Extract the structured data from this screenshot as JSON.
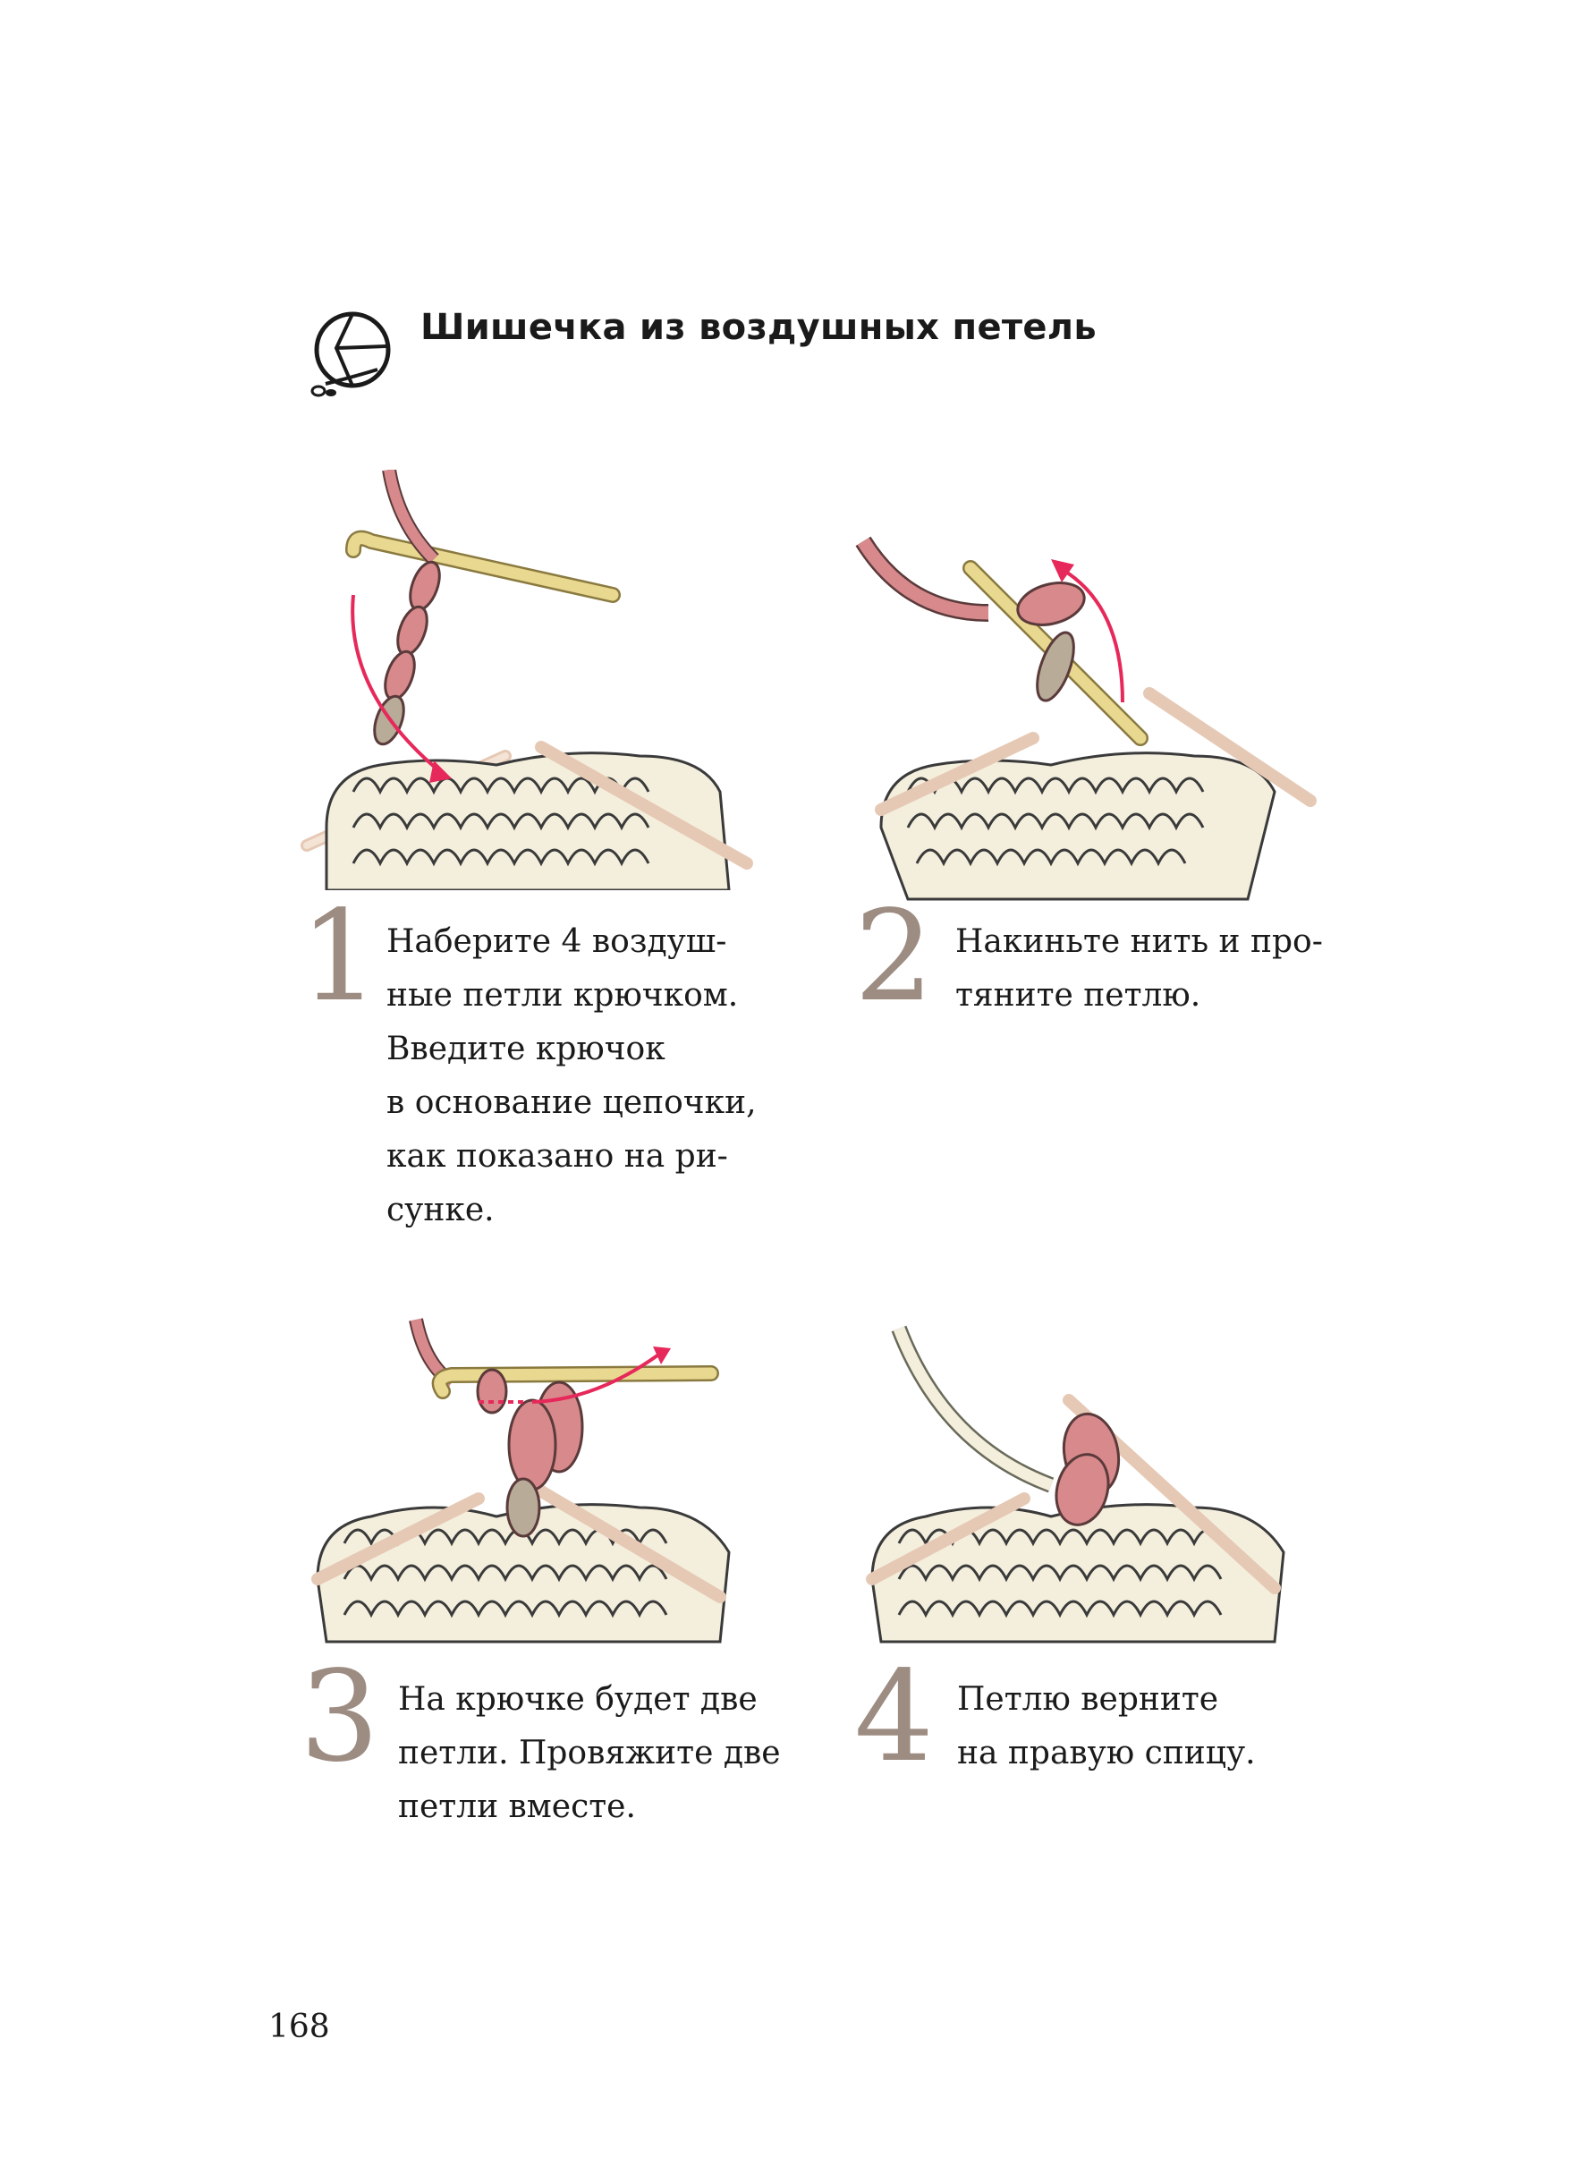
{
  "header": {
    "title": "Шишечка из воздушных петель",
    "icon": "crochet-symbol-icon"
  },
  "steps": [
    {
      "number": "1",
      "text": "Наберите 4 воздуш-\nные петли крючком.\nВведите крючок\nв основание цепочки,\nкак показано на ри-\nсунке."
    },
    {
      "number": "2",
      "text": "Накиньте нить и про-\nтяните петлю."
    },
    {
      "number": "3",
      "text": "На крючке будет две\nпетли. Провяжите две\nпетли вместе."
    },
    {
      "number": "4",
      "text": "Петлю верните\nна правую спицу."
    }
  ],
  "colors": {
    "number": "#9d8c82",
    "yarn_pink": "#d8898c",
    "yarn_cream": "#f4efdd",
    "yarn_grey": "#b8ab98",
    "needle": "#f0d9c8",
    "hook": "#e9d890",
    "arrow": "#e6295a"
  },
  "page_number": "168"
}
